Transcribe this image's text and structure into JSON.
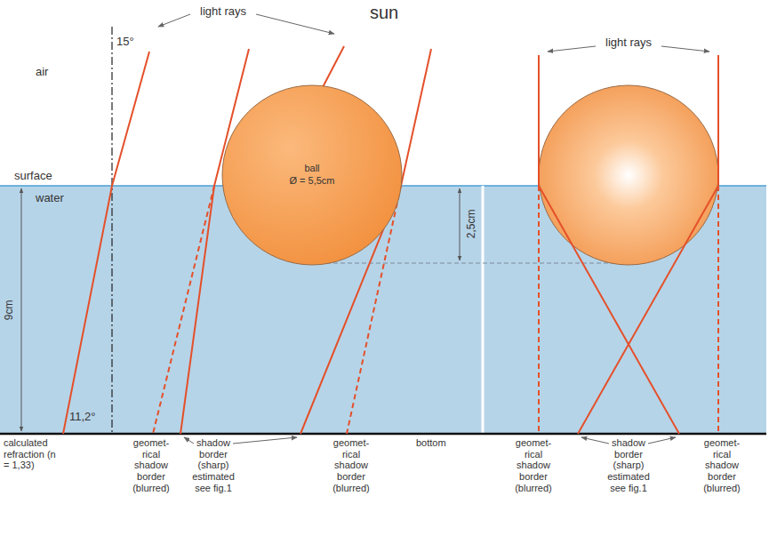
{
  "diagram": {
    "nodes": [
      {
        "text": [
          "ball",
          "Ø = 5,5cm"
        ]
      }
    ],
    "labels": [
      "sun",
      "light rays",
      "15°",
      "light rays",
      "air",
      "surface",
      "water",
      "9cm",
      "2,5cm",
      "11,2°",
      "calculated refraction (n = 1,33)",
      "geomet- rical shadow border (blurred)",
      "shadow border (sharp) estimated see fig.1",
      "geomet- rical shadow border (blurred)",
      "bottom",
      "geomet- rical shadow border (blurred)",
      "shadow border (sharp) estimated see fig.1",
      "geomet- rical shadow border (blurred)"
    ]
  }
}
